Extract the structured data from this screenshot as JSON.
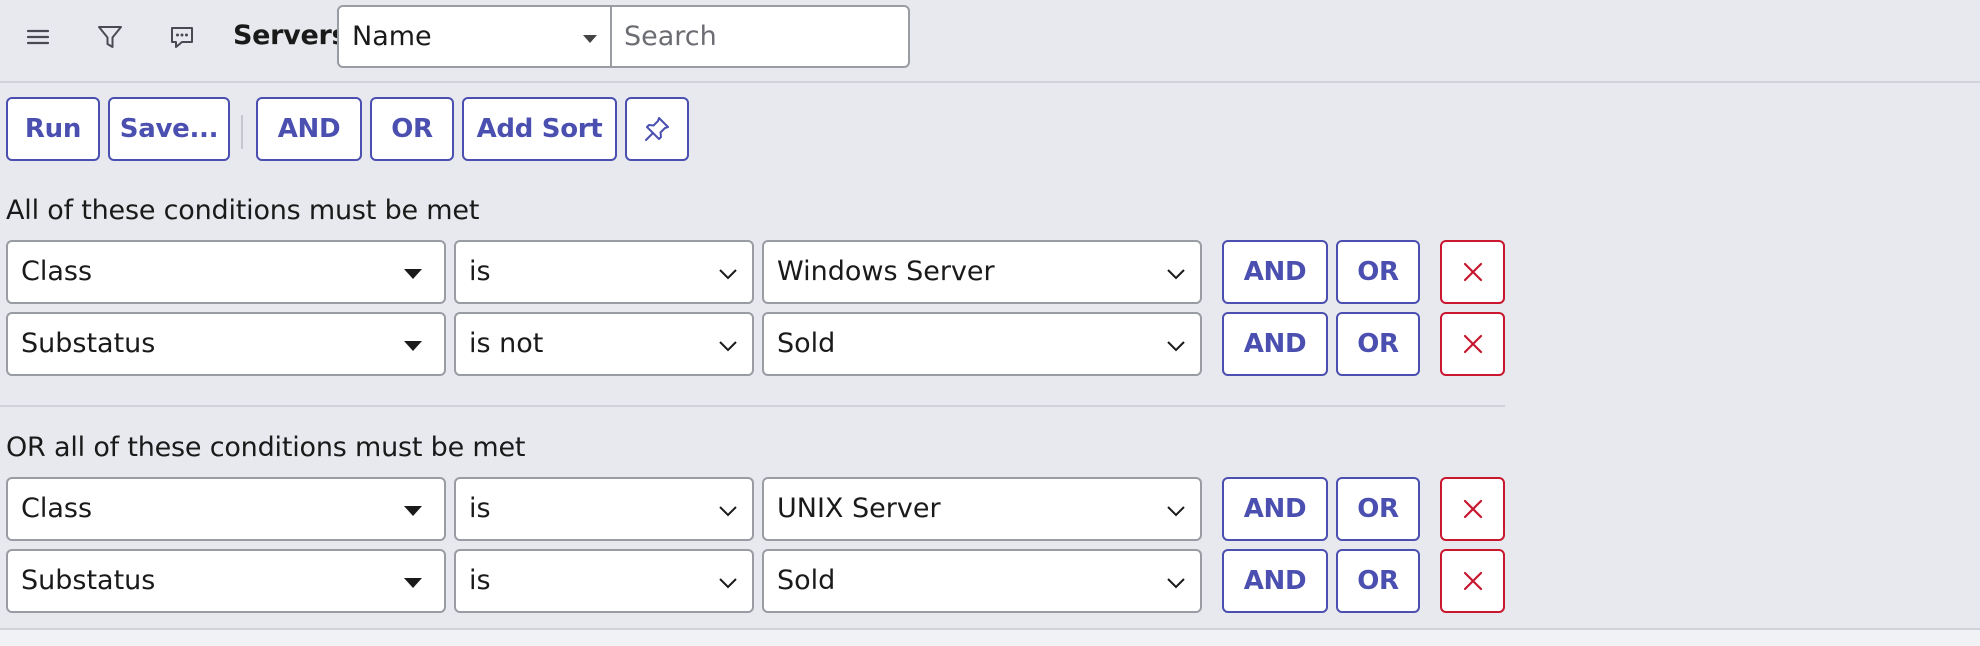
{
  "header": {
    "title": "Servers",
    "field_select": {
      "selected": "Name"
    },
    "search": {
      "placeholder": "Search",
      "value": ""
    },
    "icons": [
      "menu-icon",
      "filter-icon",
      "comment-icon"
    ]
  },
  "toolbar": {
    "run_label": "Run",
    "save_label": "Save...",
    "and_label": "AND",
    "or_label": "OR",
    "add_sort_label": "Add Sort",
    "pin_icon": "pin-icon"
  },
  "groups": [
    {
      "heading": "All of these conditions must be met",
      "conditions": [
        {
          "field": "Class",
          "operator": "is",
          "value": "Windows Server",
          "and_label": "AND",
          "or_label": "OR"
        },
        {
          "field": "Substatus",
          "operator": "is not",
          "value": "Sold",
          "and_label": "AND",
          "or_label": "OR"
        }
      ]
    },
    {
      "heading": "OR all of these conditions must be met",
      "conditions": [
        {
          "field": "Class",
          "operator": "is",
          "value": "UNIX Server",
          "and_label": "AND",
          "or_label": "OR"
        },
        {
          "field": "Substatus",
          "operator": "is",
          "value": "Sold",
          "and_label": "AND",
          "or_label": "OR"
        }
      ]
    }
  ],
  "colors": {
    "background": "#e8e9ee",
    "accent": "#4a4fb0",
    "danger": "#c8172f",
    "field_border": "#9a9ca3"
  }
}
